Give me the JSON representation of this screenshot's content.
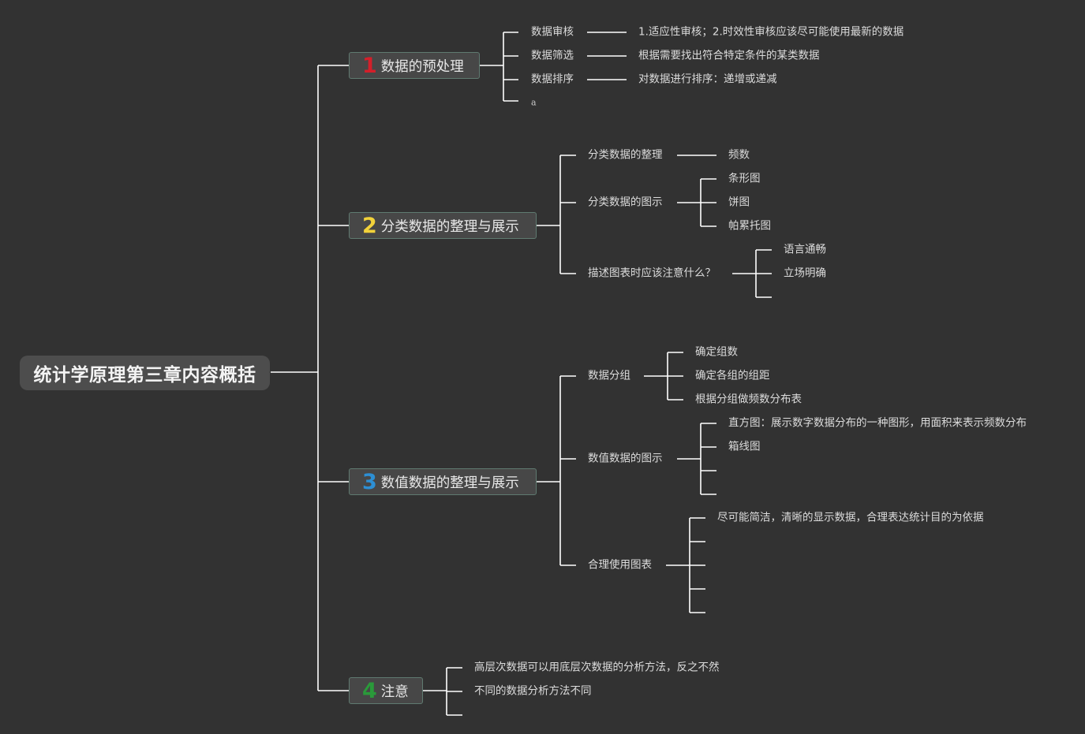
{
  "root": {
    "label": "统计学原理第三章内容概括"
  },
  "topics": [
    {
      "num": "1",
      "label": "数据的预处理",
      "num_color": "#d41f2a",
      "children": [
        {
          "label": "数据审核",
          "detail": "1.适应性审核；2.时效性审核应该尽可能使用最新的数据"
        },
        {
          "label": "数据筛选",
          "detail": "根据需要找出符合特定条件的某类数据"
        },
        {
          "label": "数据排序",
          "detail": "对数据进行排序：递增或递减"
        },
        {
          "label": "a"
        }
      ]
    },
    {
      "num": "2",
      "label": "分类数据的整理与展示",
      "num_color": "#f2d23a",
      "children": [
        {
          "label": "分类数据的整理",
          "children": [
            "频数"
          ]
        },
        {
          "label": "分类数据的图示",
          "children": [
            "条形图",
            "饼图",
            "帕累托图"
          ]
        },
        {
          "label": "描述图表时应该注意什么？",
          "children": [
            "语言通畅",
            "立场明确",
            ""
          ]
        }
      ]
    },
    {
      "num": "3",
      "label": "数值数据的整理与展示",
      "num_color": "#2d8fd4",
      "children": [
        {
          "label": "数据分组",
          "children": [
            "确定组数",
            "确定各组的组距",
            "根据分组做频数分布表"
          ]
        },
        {
          "label": "数值数据的图示",
          "children": [
            "直方图：展示数字数据分布的一种图形，用面积来表示频数分布",
            "箱线图",
            "",
            ""
          ]
        },
        {
          "label": "合理使用图表",
          "children": [
            "尽可能简洁，清晰的显示数据，合理表达统计目的为依据",
            "",
            "",
            "",
            ""
          ]
        }
      ]
    },
    {
      "num": "4",
      "label": "注意",
      "num_color": "#2a9a3a",
      "children": [
        {
          "label": "高层次数据可以用底层次数据的分析方法，反之不然"
        },
        {
          "label": "不同的数据分析方法不同"
        },
        {
          "label": ""
        }
      ]
    }
  ],
  "line_color": "#ffffff"
}
